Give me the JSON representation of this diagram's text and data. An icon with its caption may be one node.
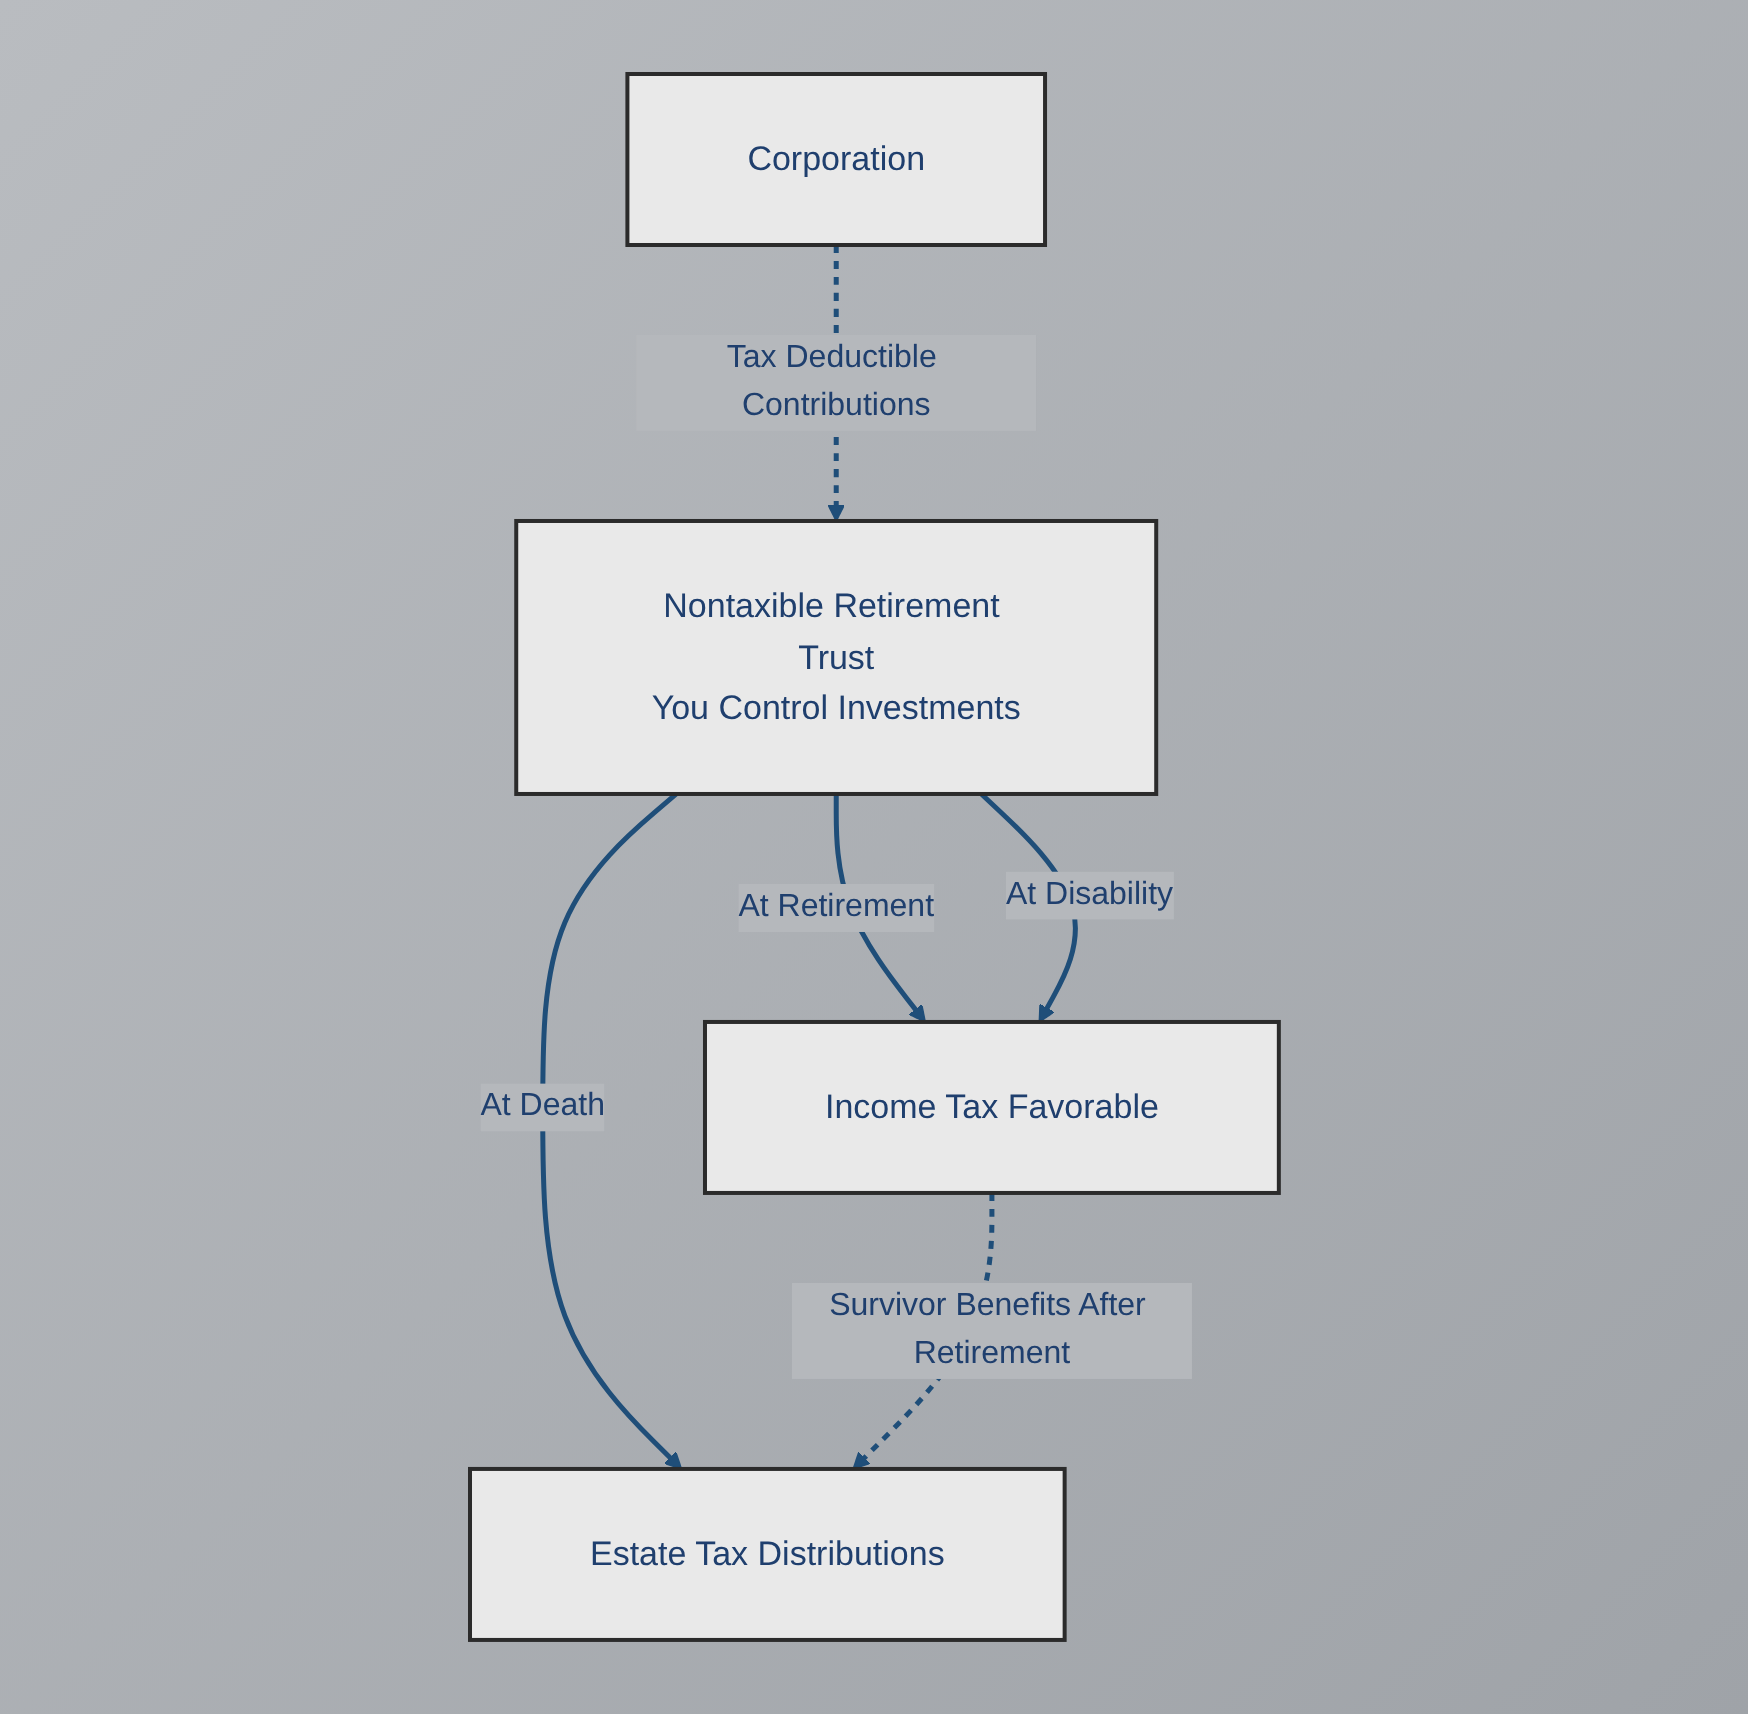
{
  "diagram": {
    "nodes": [
      {
        "text": [
          "Corporation"
        ]
      },
      {
        "text": [
          "Nontaxible Retirement Trust",
          "You Control Investments"
        ]
      },
      {
        "text": [
          "Income Tax Favorable"
        ]
      },
      {
        "text": [
          "Estate Tax Distributions"
        ]
      }
    ],
    "edges": [
      {
        "from": 0,
        "to": 1,
        "arrow": "to",
        "style": "dashed",
        "label": "Tax Deductible Contributions"
      },
      {
        "from": 1,
        "to": 2,
        "arrow": "to",
        "label": "At Retirement"
      },
      {
        "from": 1,
        "to": 2,
        "arrow": "to",
        "label": "At Disability"
      },
      {
        "from": 1,
        "to": 3,
        "arrow": "to",
        "label": "At Death"
      },
      {
        "from": 2,
        "to": 3,
        "arrow": "to",
        "style": "dashed",
        "label": "Survivor Benefits After Retirement"
      }
    ]
  }
}
